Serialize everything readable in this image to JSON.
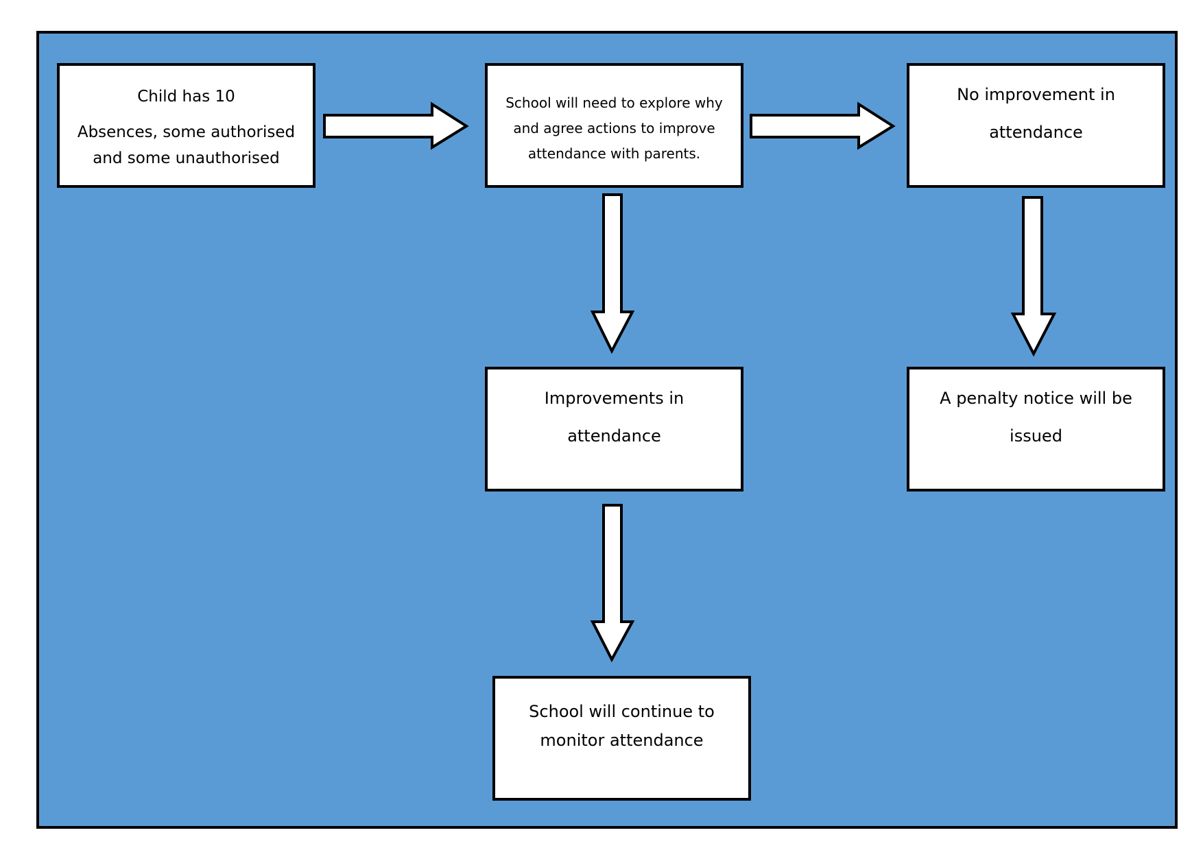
{
  "colors": {
    "background": "#5b9bd5",
    "box_fill": "#ffffff",
    "stroke": "#000000",
    "page": "#ffffff"
  },
  "nodes": {
    "start": {
      "line1": "Child has 10",
      "line2": "Absences, some authorised",
      "line3": "and some unauthorised"
    },
    "explore": {
      "line1": "School will need to explore why",
      "line2": "and agree actions to improve",
      "line3": "attendance with parents."
    },
    "no_improvement": {
      "line1": "No improvement in",
      "line2": "attendance"
    },
    "improvements": {
      "line1": "Improvements in",
      "line2": "attendance"
    },
    "penalty": {
      "line1": "A penalty notice will be",
      "line2": "issued"
    },
    "monitor": {
      "line1": "School will continue to",
      "line2": "monitor attendance"
    }
  },
  "edges": [
    {
      "from": "start",
      "to": "explore",
      "direction": "right"
    },
    {
      "from": "explore",
      "to": "no_improvement",
      "direction": "right"
    },
    {
      "from": "explore",
      "to": "improvements",
      "direction": "down"
    },
    {
      "from": "no_improvement",
      "to": "penalty",
      "direction": "down"
    },
    {
      "from": "improvements",
      "to": "monitor",
      "direction": "down"
    }
  ]
}
